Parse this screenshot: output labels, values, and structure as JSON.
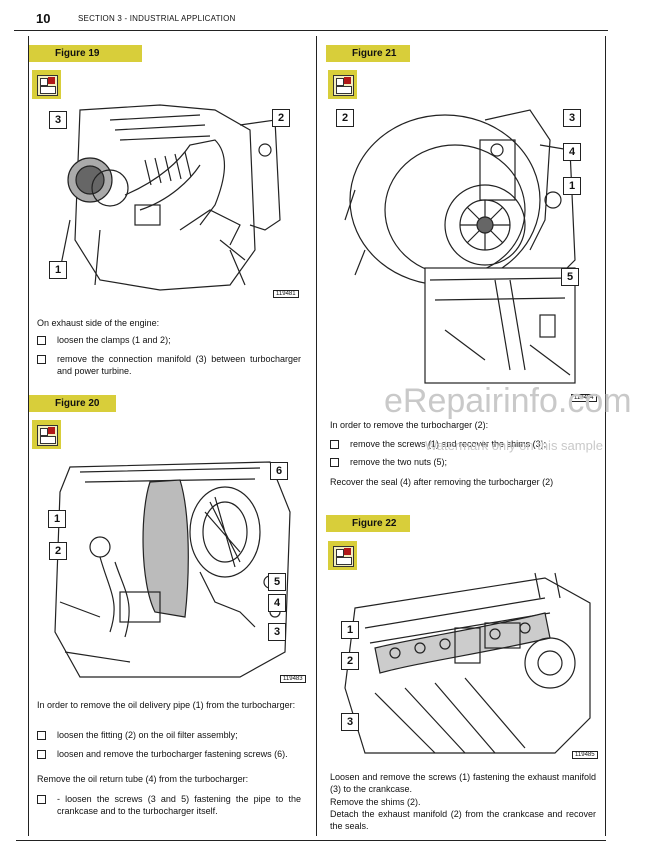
{
  "header": {
    "page_number": "10",
    "section": "SECTION 3 - INDUSTRIAL APPLICATION"
  },
  "figures": {
    "fig19": {
      "label": "Figure 19",
      "number": "119481",
      "callouts": [
        "3",
        "2",
        "1"
      ]
    },
    "fig20": {
      "label": "Figure 20",
      "number": "119483",
      "callouts": [
        "6",
        "1",
        "2",
        "5",
        "4",
        "3"
      ]
    },
    "fig21": {
      "label": "Figure 21",
      "number": "119484",
      "callouts": [
        "2",
        "3",
        "4",
        "1",
        "5"
      ]
    },
    "fig22": {
      "label": "Figure 22",
      "number": "119485",
      "callouts": [
        "1",
        "2",
        "3"
      ]
    }
  },
  "left": {
    "fig19_intro": "On exhaust side of the engine:",
    "fig19_steps": [
      "loosen the clamps (1 and 2);",
      "remove the connection manifold (3) between turbocharger and power turbine."
    ],
    "fig20_intro": "In order to remove the oil delivery pipe (1) from the turbocharger:",
    "fig20_steps": [
      "loosen the fitting (2) on the oil filter assembly;",
      "loosen and remove the turbocharger fastening screws (6)."
    ],
    "fig20_return": "Remove the oil return tube (4) from the turbocharger:",
    "fig20_return_step": "-    loosen the screws (3 and 5) fastening the pipe to the crankcase and to the turbocharger itself."
  },
  "right": {
    "fig21_intro": "In order to remove the turbocharger (2):",
    "fig21_steps": [
      "remove the screws (1) and recover the shims (3);",
      "remove the two nuts (5);"
    ],
    "fig21_seal": "Recover the seal (4) after removing the turbocharger (2)",
    "fig22_p1": "Loosen and remove the screws (1) fastening the exhaust manifold (3) to the crankcase.",
    "fig22_p2": "Remove the shims (2).",
    "fig22_p3": "Detach the exhaust manifold (2) from the crankcase and recover the seals."
  },
  "watermark": {
    "brand": "eRepairinfo.com",
    "note": "Watermark only on this sample"
  },
  "colors": {
    "label_bg": "#d8ce3a",
    "icon_accent": "#b01818"
  }
}
